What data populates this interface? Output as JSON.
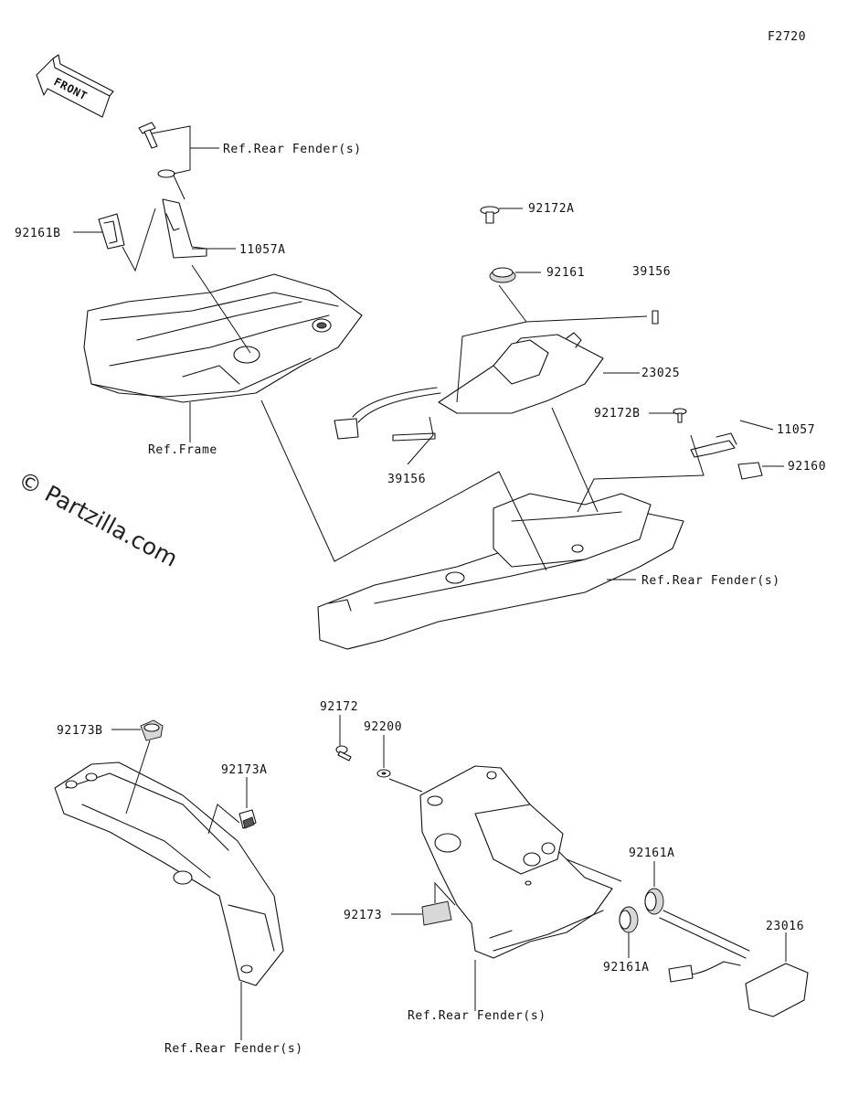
{
  "figure_code": "F2720",
  "front_arrow_label": "FRONT",
  "watermark": "© Partzilla.com",
  "labels": {
    "ref_rear_fender_1": "Ref.Rear Fender(s)",
    "p11057A": "11057A",
    "p92161B": "92161B",
    "ref_frame": "Ref.Frame",
    "p92172A": "92172A",
    "p92161": "92161",
    "p39156_top": "39156",
    "p23025": "23025",
    "p92172B": "92172B",
    "p11057": "11057",
    "p92160": "92160",
    "p39156_bottom": "39156",
    "ref_rear_fender_2": "Ref.Rear Fender(s)",
    "p92173B": "92173B",
    "p92173A": "92173A",
    "ref_rear_fender_3": "Ref.Rear Fender(s)",
    "p92172": "92172",
    "p92200": "92200",
    "p92173": "92173",
    "p92161A_top": "92161A",
    "p92161A_bottom": "92161A",
    "p23016": "23016",
    "ref_rear_fender_4": "Ref.Rear Fender(s)"
  }
}
